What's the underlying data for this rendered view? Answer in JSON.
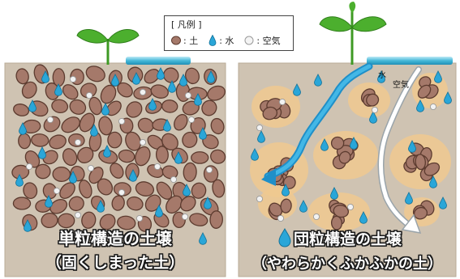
{
  "legend": {
    "title": "[ 凡例 ]",
    "soil_label": ": 土",
    "water_label": ": 水",
    "air_label": ": 空気"
  },
  "left_panel": {
    "title": "単粒構造の土壌",
    "subtitle": "（固くしまった土）"
  },
  "right_panel": {
    "title": "団粒構造の土壌",
    "subtitle": "（やわらかくふかふかの土）",
    "water_flow_label": "水",
    "air_flow_label": "空気"
  },
  "colors": {
    "soil_bg": "#cfc3b2",
    "particle": "#a5796a",
    "particle_edge": "#5c3b2f",
    "aggregate": "#f0c98f",
    "water": "#2aa6d8",
    "air": "#f2f2f2",
    "leaf": "#4caf2e",
    "pipe": "#46b8d8"
  }
}
